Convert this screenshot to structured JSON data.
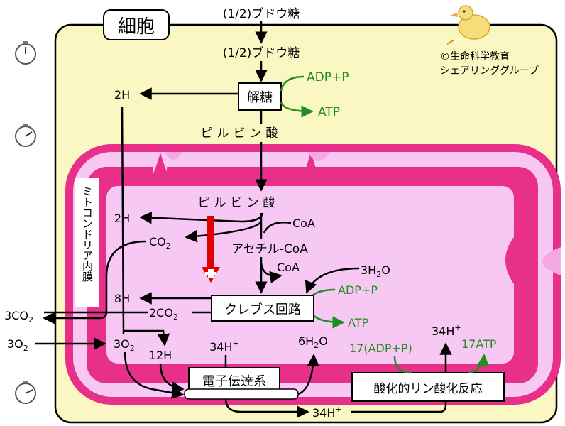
{
  "colors": {
    "cell_fill": "#fbf7c2",
    "mito_outer": "#e8308a",
    "mito_inner": "#f8c8f4",
    "cristae": "#f4a8e4",
    "arrow_red": "#e00000",
    "green": "#1f8f1f",
    "ink": "#000000"
  },
  "titles": {
    "cell": "細胞",
    "membrane": "ミトコンドリア内膜",
    "copyright": "©生命科学教育",
    "group": "シェアリンググループ"
  },
  "boxes": {
    "glycolysis": "解糖",
    "krebs": "クレブス回路",
    "electron_transport": "電子伝達系",
    "oxphos": "酸化的リン酸化反応"
  },
  "labels": {
    "glucose_top": "(1/2)ブドウ糖",
    "glucose_2": "(1/2)ブドウ糖",
    "adp_p_1": "ADP+P",
    "atp_1": "ATP",
    "h_glycolysis": "2H",
    "pyruvate_outer": "ピルビン酸",
    "pyruvate_inner": "ピルビン酸",
    "h_pyruvate": "2H",
    "coa_in": "CoA",
    "acetyl_coa": "アセチル-CoA",
    "coa_out": "CoA",
    "water_in": "3H",
    "water_in_sub": "2",
    "water_in_end": "O",
    "adp_p_2": "ADP+P",
    "atp_2": "ATP",
    "h_krebs": "8H",
    "co2_a": "CO",
    "co2_a_sub": "2",
    "co2_b": "2CO",
    "co2_b_sub": "2",
    "co2_out": "3CO",
    "co2_out_sub": "2",
    "o2_in": "3O",
    "o2_in_sub": "2",
    "o2_inner": "3O",
    "o2_inner_sub": "2",
    "h_total": "12H",
    "proton_a": "34H",
    "proton_a_sup": "+",
    "water_out": "6H",
    "water_out_sub": "2",
    "water_out_end": "O",
    "adp_17": "17(ADP+P)",
    "atp_17": "17ATP",
    "proton_b": "34H",
    "proton_b_sup": "+",
    "proton_c": "34H",
    "proton_c_sup": "+"
  },
  "icons": {
    "clock_1": "stopwatch-icon",
    "clock_2": "stopwatch-icon",
    "clock_3": "stopwatch-icon",
    "duck": "duck-logo"
  }
}
